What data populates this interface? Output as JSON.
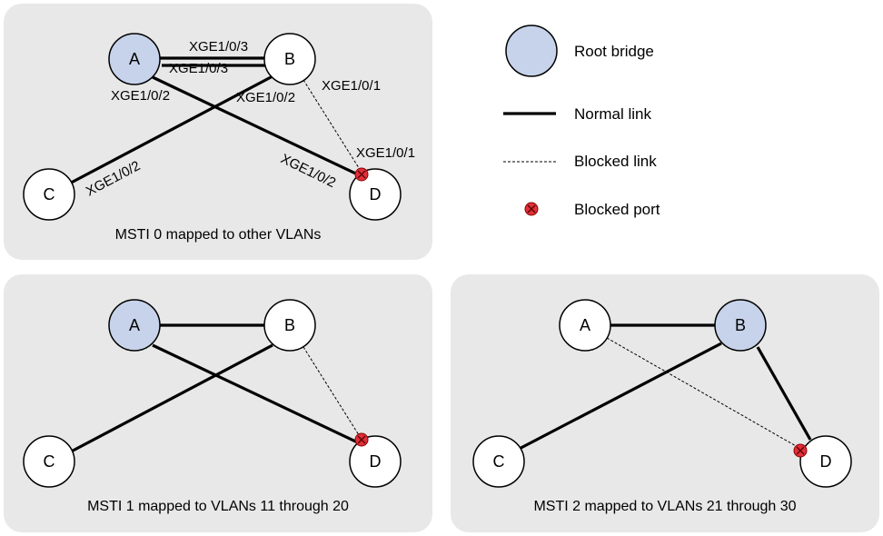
{
  "colors": {
    "root_bridge_fill": "#c6d3ea",
    "bridge_fill": "#ffffff",
    "panel_fill": "#e8e8e8",
    "blocked_port_fill": "#e0303a"
  },
  "legend": {
    "root_bridge": "Root bridge",
    "normal_link": "Normal link",
    "blocked_link": "Blocked link",
    "blocked_port": "Blocked port"
  },
  "panels": [
    {
      "caption": "MSTI 0 mapped to other VLANs",
      "nodes": [
        {
          "id": "A",
          "label": "A",
          "root": true
        },
        {
          "id": "B",
          "label": "B",
          "root": false
        },
        {
          "id": "C",
          "label": "C",
          "root": false
        },
        {
          "id": "D",
          "label": "D",
          "root": false
        }
      ],
      "links": [
        {
          "from": "A",
          "to": "B",
          "state": "normal"
        },
        {
          "from": "A",
          "to": "D",
          "state": "normal"
        },
        {
          "from": "B",
          "to": "C",
          "state": "normal"
        },
        {
          "from": "B",
          "to": "D",
          "state": "blocked"
        }
      ],
      "blocked_ports": [
        "D"
      ],
      "port_labels": {
        "a_b_top": "XGE1/0/3",
        "a_b_bottom": "XGE1/0/3",
        "a_d": "XGE1/0/2",
        "b_c": "XGE1/0/2",
        "b_d": "XGE1/0/1",
        "c_b": "XGE1/0/2",
        "d_b": "XGE1/0/1",
        "d_a": "XGE1/0/2"
      }
    },
    {
      "caption": "MSTI 1 mapped to VLANs 11 through 20",
      "nodes": [
        {
          "id": "A",
          "label": "A",
          "root": true
        },
        {
          "id": "B",
          "label": "B",
          "root": false
        },
        {
          "id": "C",
          "label": "C",
          "root": false
        },
        {
          "id": "D",
          "label": "D",
          "root": false
        }
      ],
      "links": [
        {
          "from": "A",
          "to": "B",
          "state": "normal"
        },
        {
          "from": "A",
          "to": "D",
          "state": "normal"
        },
        {
          "from": "B",
          "to": "C",
          "state": "normal"
        },
        {
          "from": "B",
          "to": "D",
          "state": "blocked"
        }
      ],
      "blocked_ports": [
        "D"
      ]
    },
    {
      "caption": "MSTI 2 mapped to VLANs 21 through 30",
      "nodes": [
        {
          "id": "A",
          "label": "A",
          "root": false
        },
        {
          "id": "B",
          "label": "B",
          "root": true
        },
        {
          "id": "C",
          "label": "C",
          "root": false
        },
        {
          "id": "D",
          "label": "D",
          "root": false
        }
      ],
      "links": [
        {
          "from": "A",
          "to": "B",
          "state": "normal"
        },
        {
          "from": "A",
          "to": "D",
          "state": "blocked"
        },
        {
          "from": "B",
          "to": "C",
          "state": "normal"
        },
        {
          "from": "B",
          "to": "D",
          "state": "normal"
        }
      ],
      "blocked_ports": [
        "D"
      ]
    }
  ]
}
